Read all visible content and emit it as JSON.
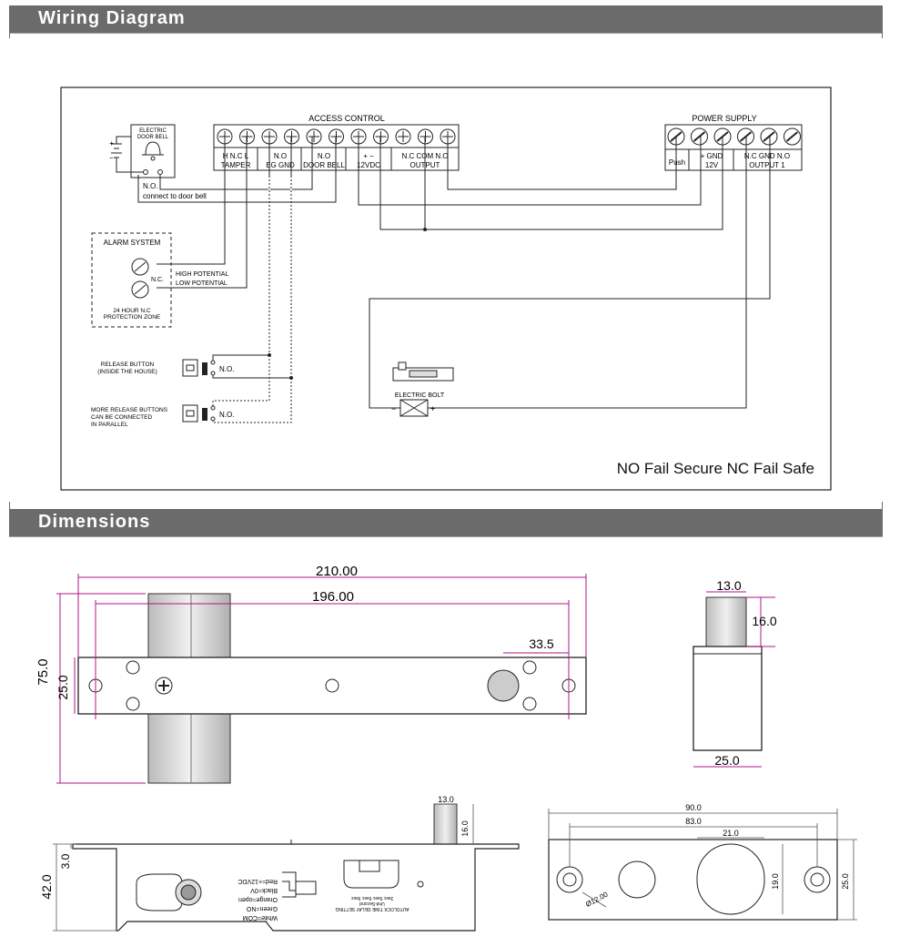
{
  "sections": {
    "wiring_title": "Wiring Diagram",
    "dimensions_title": "Dimensions"
  },
  "wiring": {
    "access_control": "ACCESS CONTROL",
    "power_supply": "POWER SUPPLY",
    "doorbell_label_1": "ELECTRIC",
    "doorbell_label_2": "DOOR BELL",
    "no_label": "N.O.",
    "connect_doorbell": "connect to door bell",
    "ac_terms": {
      "h_ncl": "H  N.C  L",
      "tamper": "TAMPER",
      "no_1": "N.O",
      "eg_gnd": "EG   GND",
      "no_2": "N.O",
      "door_bell": "DOOR BELL",
      "plus_minus": "+      −",
      "v12dc": "12VDC",
      "nc_com_no": "N.C  COM  N.O",
      "output": "OUTPUT"
    },
    "ps_terms": {
      "push": "Push",
      "plus_gnd": "+     GND",
      "v12": "12V",
      "nc_gnd_no": "N.C  GND  N.O",
      "output1": "OUTPUT 1"
    },
    "alarm_system": "ALARM SYSTEM",
    "nc_label": "N.C.",
    "high_potential": "HIGH POTENTIAL",
    "low_potential": "LOW POTENTIAL",
    "protection_1": "24 HOUR N.C",
    "protection_2": "PROTECTION ZONE",
    "release_1": "RELEASE BUTTON",
    "release_2": "(INSIDE THE HOUSE)",
    "more_release_1": "MORE RELEASE BUTTONS",
    "more_release_2": "CAN BE CONNECTED",
    "more_release_3": "IN PARALLEL",
    "no_short": "N.O.",
    "electric_bolt": "ELECTRIC BOLT",
    "bolt_minus": "−",
    "bolt_plus": "+",
    "fail_note": "NO Fail Secure NC Fail Safe"
  },
  "dimensions": {
    "d210": "210.00",
    "d196": "196.00",
    "d33_5": "33.5",
    "d75": "75.0",
    "d25_left": "25.0",
    "d13": "13.0",
    "d16": "16.0",
    "d25_side": "25.0",
    "d13_small": "13.0",
    "d16_small": "16.0",
    "d3": "3.0",
    "d42": "42.0",
    "d90": "90.0",
    "d83": "83.0",
    "d21": "21.0",
    "d19": "19.0",
    "d25_plate": "25.0",
    "d12dia": "Ø12.00",
    "wire_white": "White=COM",
    "wire_green": "Green=NO",
    "wire_orange": "Orange=open",
    "wire_black": "Black=0V",
    "wire_red": "Red=+12VDC",
    "delay_1": "AUTOLOCK TIME DELAY SETTING",
    "delay_2": "Unit-Second",
    "delay_3": "3sec 5sec 6sec 9sec"
  },
  "colors": {
    "section_bar": "#6b6b6b",
    "dimension_accent": "#b0148c",
    "line": "#222222"
  }
}
